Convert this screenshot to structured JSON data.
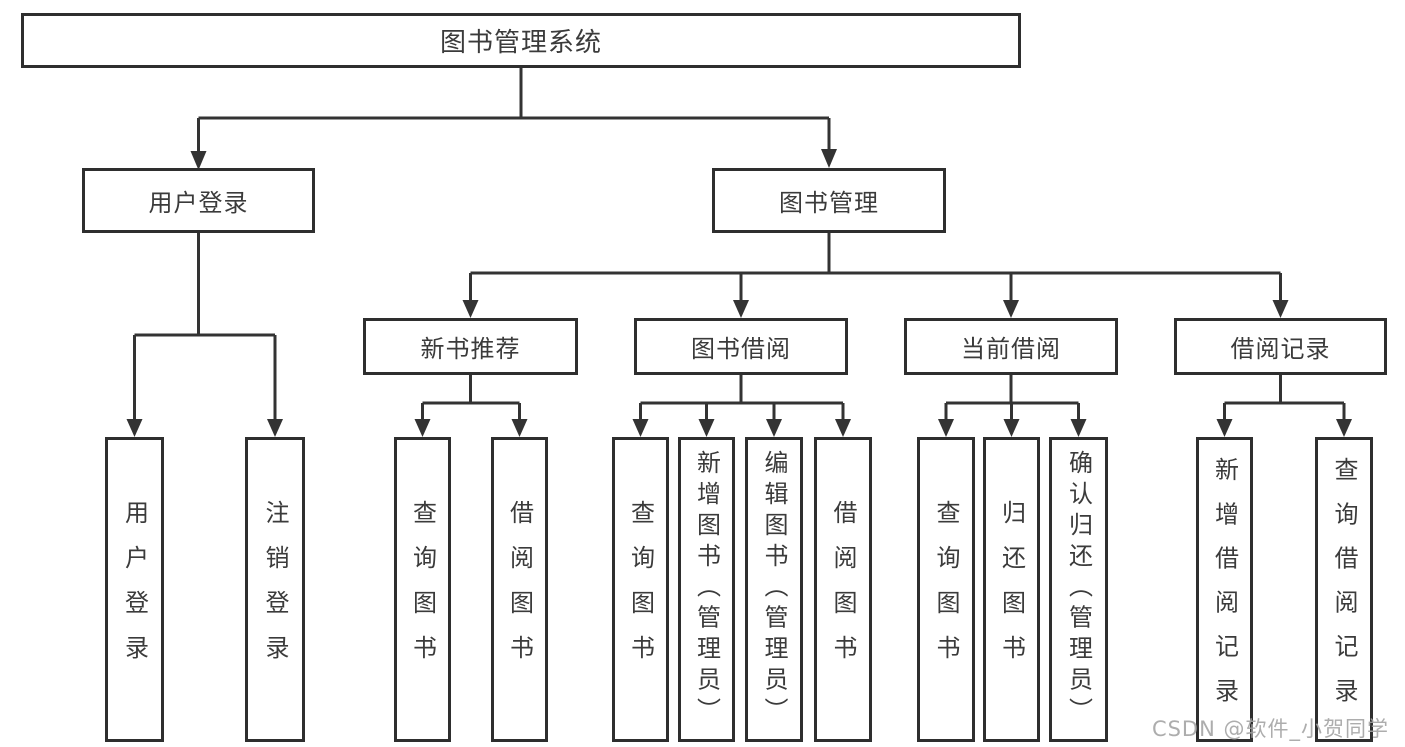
{
  "title": "图书管理系统",
  "nodes": {
    "user_login": "用户登录",
    "book_mgmt": "图书管理",
    "new_books": "新书推荐",
    "book_borrow": "图书借阅",
    "current_borrow": "当前借阅",
    "borrow_records": "借阅记录"
  },
  "leaves": {
    "user_login": [
      "用户登录",
      "注销登录"
    ],
    "new_books": [
      "查询图书",
      "借阅图书"
    ],
    "book_borrow": [
      "查询图书",
      "新增图书（管理员）",
      "编辑图书（管理员）",
      "借阅图书"
    ],
    "current_borrow": [
      "查询图书",
      "归还图书",
      "确认归还（管理员）"
    ],
    "borrow_records": [
      "新增借阅记录",
      "查询借阅记录"
    ]
  },
  "watermark": "CSDN @软件_小贺同学",
  "colors": {
    "line": "#333333",
    "border": "#2e2e2e",
    "text": "#3b3b3b",
    "watermark": "#a4a4a4",
    "background": "#ffffff"
  },
  "diagram_tree": {
    "label": "图书管理系统",
    "children": [
      {
        "label": "用户登录",
        "children": [
          {
            "label": "用户登录"
          },
          {
            "label": "注销登录"
          }
        ]
      },
      {
        "label": "图书管理",
        "children": [
          {
            "label": "新书推荐",
            "children": [
              {
                "label": "查询图书"
              },
              {
                "label": "借阅图书"
              }
            ]
          },
          {
            "label": "图书借阅",
            "children": [
              {
                "label": "查询图书"
              },
              {
                "label": "新增图书（管理员）"
              },
              {
                "label": "编辑图书（管理员）"
              },
              {
                "label": "借阅图书"
              }
            ]
          },
          {
            "label": "当前借阅",
            "children": [
              {
                "label": "查询图书"
              },
              {
                "label": "归还图书"
              },
              {
                "label": "确认归还（管理员）"
              }
            ]
          },
          {
            "label": "借阅记录",
            "children": [
              {
                "label": "新增借阅记录"
              },
              {
                "label": "查询借阅记录"
              }
            ]
          }
        ]
      }
    ]
  }
}
